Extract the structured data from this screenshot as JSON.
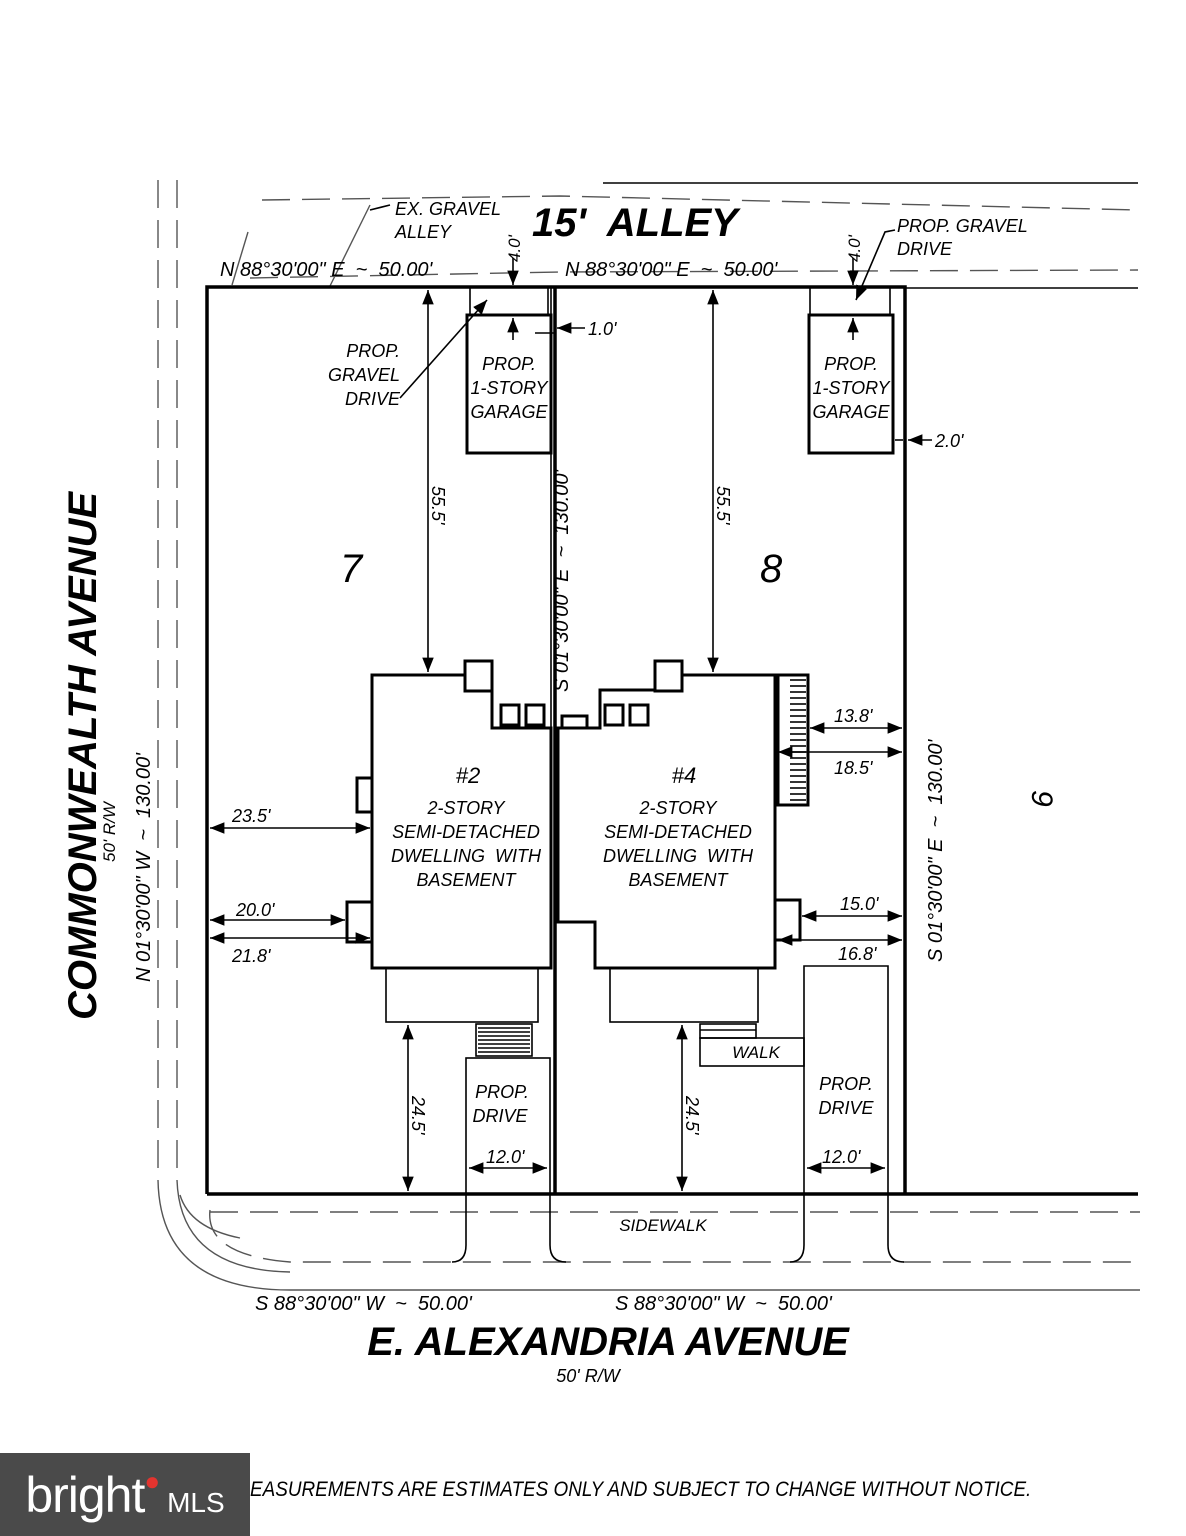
{
  "alley": {
    "name": "15'  ALLEY",
    "ex_gravel": [
      "EX. GRAVEL",
      "ALLEY"
    ]
  },
  "streets": {
    "commonwealth": "COMMONWEALTH AVENUE",
    "commonwealth_rw": "50' R/W",
    "alexandria": "E. ALEXANDRIA AVENUE",
    "alexandria_rw": "50' R/W",
    "sidewalk": "SIDEWALK"
  },
  "bearings": {
    "north_lot7": "N 88°30'00\" E  ~  50.00'",
    "north_lot8": "N 88°30'00\" E  ~  50.00'",
    "south_lot7": "S 88°30'00\" W  ~  50.00'",
    "south_lot8": "S 88°30'00\" W  ~  50.00'",
    "west": "N 01°30'00\" W  ~  130.00'",
    "middle": "S 01°30'00\" E  ~  130.00'",
    "east": "S 01°30'00\" E  ~  130.00'"
  },
  "lots": {
    "lot7": "7",
    "lot8": "8",
    "lot9": "9"
  },
  "garages": {
    "garage1": [
      "PROP.",
      "1-STORY",
      "GARAGE"
    ],
    "garage2": [
      "PROP.",
      "1-STORY",
      "GARAGE"
    ]
  },
  "gravel_drive_left": [
    "PROP.",
    "GRAVEL",
    "DRIVE"
  ],
  "gravel_drive_right": [
    "PROP. GRAVEL",
    "DRIVE"
  ],
  "dwellings": {
    "unit2": {
      "number": "#2",
      "lines": [
        "2-STORY",
        "SEMI-DETACHED",
        "DWELLING  WITH",
        "BASEMENT"
      ]
    },
    "unit4": {
      "number": "#4",
      "lines": [
        "2-STORY",
        "SEMI-DETACHED",
        "DWELLING  WITH",
        "BASEMENT"
      ]
    }
  },
  "drives": {
    "drive1": [
      "PROP.",
      "DRIVE"
    ],
    "drive2": [
      "PROP.",
      "DRIVE"
    ],
    "walk": "WALK"
  },
  "dimensions": {
    "alley_setback_left": "4.0'",
    "alley_setback_right": "4.0'",
    "garage_side_left": "1.0'",
    "garage_side_right": "2.0'",
    "rear_left": "55.5'",
    "rear_right": "55.5'",
    "west_23": "23.5'",
    "west_20": "20.0'",
    "west_21": "21.8'",
    "east_13": "13.8'",
    "east_18": "18.5'",
    "east_15": "15.0'",
    "east_16": "16.8'",
    "front_left": "24.5'",
    "front_right": "24.5'",
    "drive_width_left": "12.0'",
    "drive_width_right": "12.0'"
  },
  "logo": {
    "brand": "bright",
    "suffix": "MLS"
  },
  "disclaimer": "EASUREMENTS ARE ESTIMATES ONLY AND SUBJECT TO CHANGE WITHOUT NOTICE."
}
